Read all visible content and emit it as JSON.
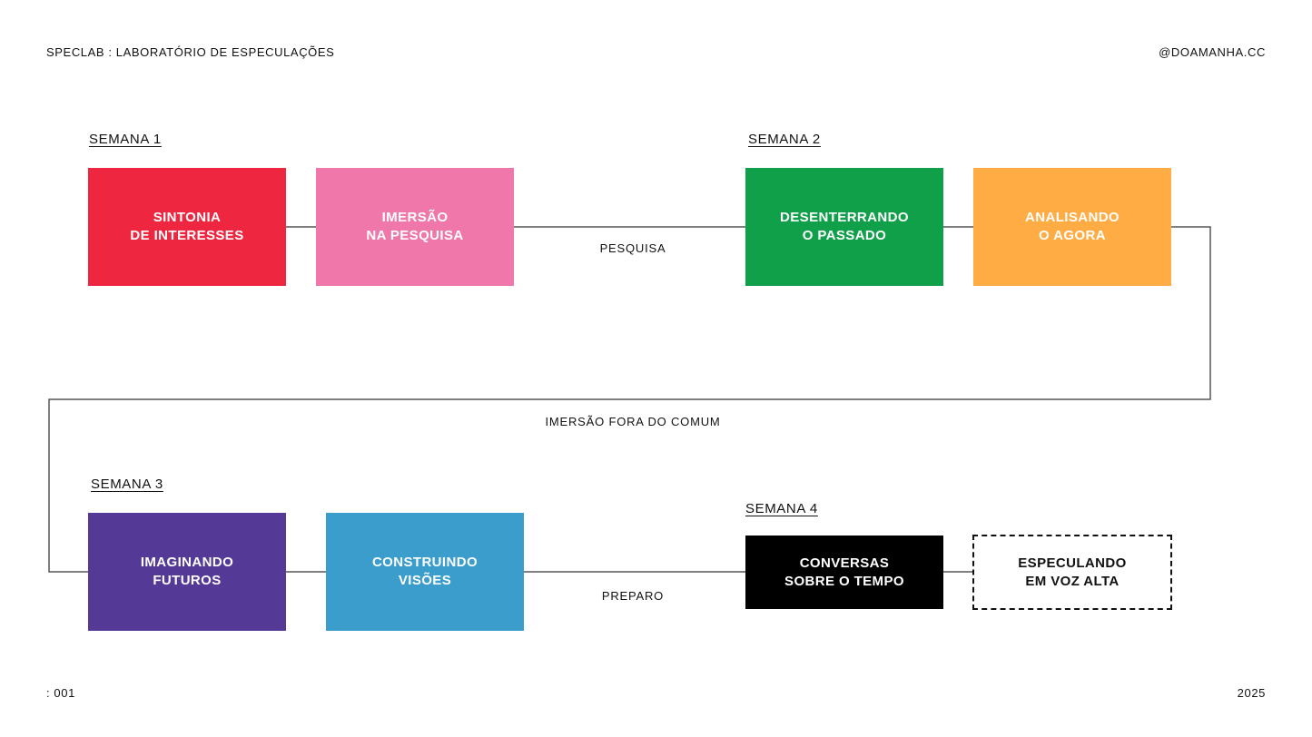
{
  "header": {
    "title": "SPECLAB : LABORATÓRIO DE ESPECULAÇÕES",
    "handle": "@DOAMANHA.CC"
  },
  "footer": {
    "page": ": 001",
    "year": "2025"
  },
  "weeks": [
    "SEMANA 1",
    "SEMANA 2",
    "SEMANA 3",
    "SEMANA 4"
  ],
  "phases": {
    "research": "PESQUISA",
    "immersion": "IMERSÃO FORA DO COMUM",
    "preparation": "PREPARO"
  },
  "steps": [
    {
      "line1": "SINTONIA",
      "line2": "DE INTERESSES",
      "color": "#ee2640"
    },
    {
      "line1": "IMERSÃO",
      "line2": "NA PESQUISA",
      "color": "#ef77aa"
    },
    {
      "line1": "DESENTERRANDO",
      "line2": "O PASSADO",
      "color": "#10a04a"
    },
    {
      "line1": "ANALISANDO",
      "line2": "O AGORA",
      "color": "#ffac44"
    },
    {
      "line1": "IMAGINANDO",
      "line2": "FUTUROS",
      "color": "#553996"
    },
    {
      "line1": "CONSTRUINDO",
      "line2": "VISÕES",
      "color": "#3a9dcc"
    },
    {
      "line1": "CONVERSAS",
      "line2": "SOBRE O TEMPO",
      "color": "#000000"
    },
    {
      "line1": "ESPECULANDO",
      "line2": "EM VOZ ALTA",
      "color": "#ffffff"
    }
  ]
}
